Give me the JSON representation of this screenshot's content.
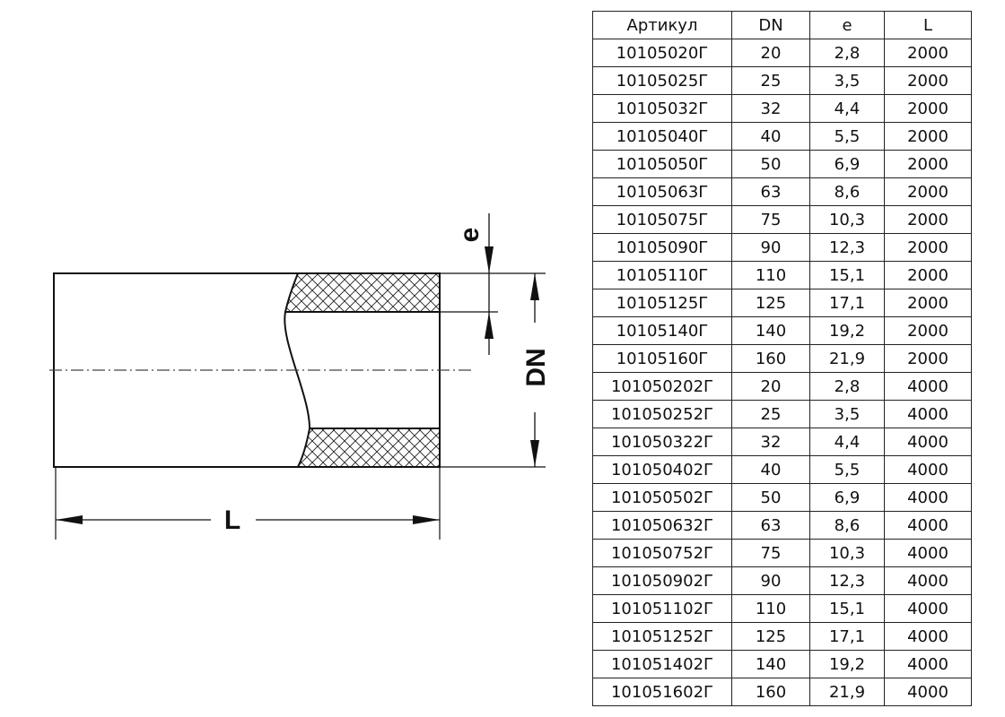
{
  "drawing": {
    "labels": {
      "e": "e",
      "dn": "DN",
      "l": "L"
    }
  },
  "table": {
    "headers": [
      "Артикул",
      "DN",
      "e",
      "L"
    ],
    "rows": [
      [
        "10105020Г",
        "20",
        "2,8",
        "2000"
      ],
      [
        "10105025Г",
        "25",
        "3,5",
        "2000"
      ],
      [
        "10105032Г",
        "32",
        "4,4",
        "2000"
      ],
      [
        "10105040Г",
        "40",
        "5,5",
        "2000"
      ],
      [
        "10105050Г",
        "50",
        "6,9",
        "2000"
      ],
      [
        "10105063Г",
        "63",
        "8,6",
        "2000"
      ],
      [
        "10105075Г",
        "75",
        "10,3",
        "2000"
      ],
      [
        "10105090Г",
        "90",
        "12,3",
        "2000"
      ],
      [
        "10105110Г",
        "110",
        "15,1",
        "2000"
      ],
      [
        "10105125Г",
        "125",
        "17,1",
        "2000"
      ],
      [
        "10105140Г",
        "140",
        "19,2",
        "2000"
      ],
      [
        "10105160Г",
        "160",
        "21,9",
        "2000"
      ],
      [
        "101050202Г",
        "20",
        "2,8",
        "4000"
      ],
      [
        "101050252Г",
        "25",
        "3,5",
        "4000"
      ],
      [
        "101050322Г",
        "32",
        "4,4",
        "4000"
      ],
      [
        "101050402Г",
        "40",
        "5,5",
        "4000"
      ],
      [
        "101050502Г",
        "50",
        "6,9",
        "4000"
      ],
      [
        "101050632Г",
        "63",
        "8,6",
        "4000"
      ],
      [
        "101050752Г",
        "75",
        "10,3",
        "4000"
      ],
      [
        "101050902Г",
        "90",
        "12,3",
        "4000"
      ],
      [
        "101051102Г",
        "110",
        "15,1",
        "4000"
      ],
      [
        "101051252Г",
        "125",
        "17,1",
        "4000"
      ],
      [
        "101051402Г",
        "140",
        "19,2",
        "4000"
      ],
      [
        "101051602Г",
        "160",
        "21,9",
        "4000"
      ]
    ]
  }
}
